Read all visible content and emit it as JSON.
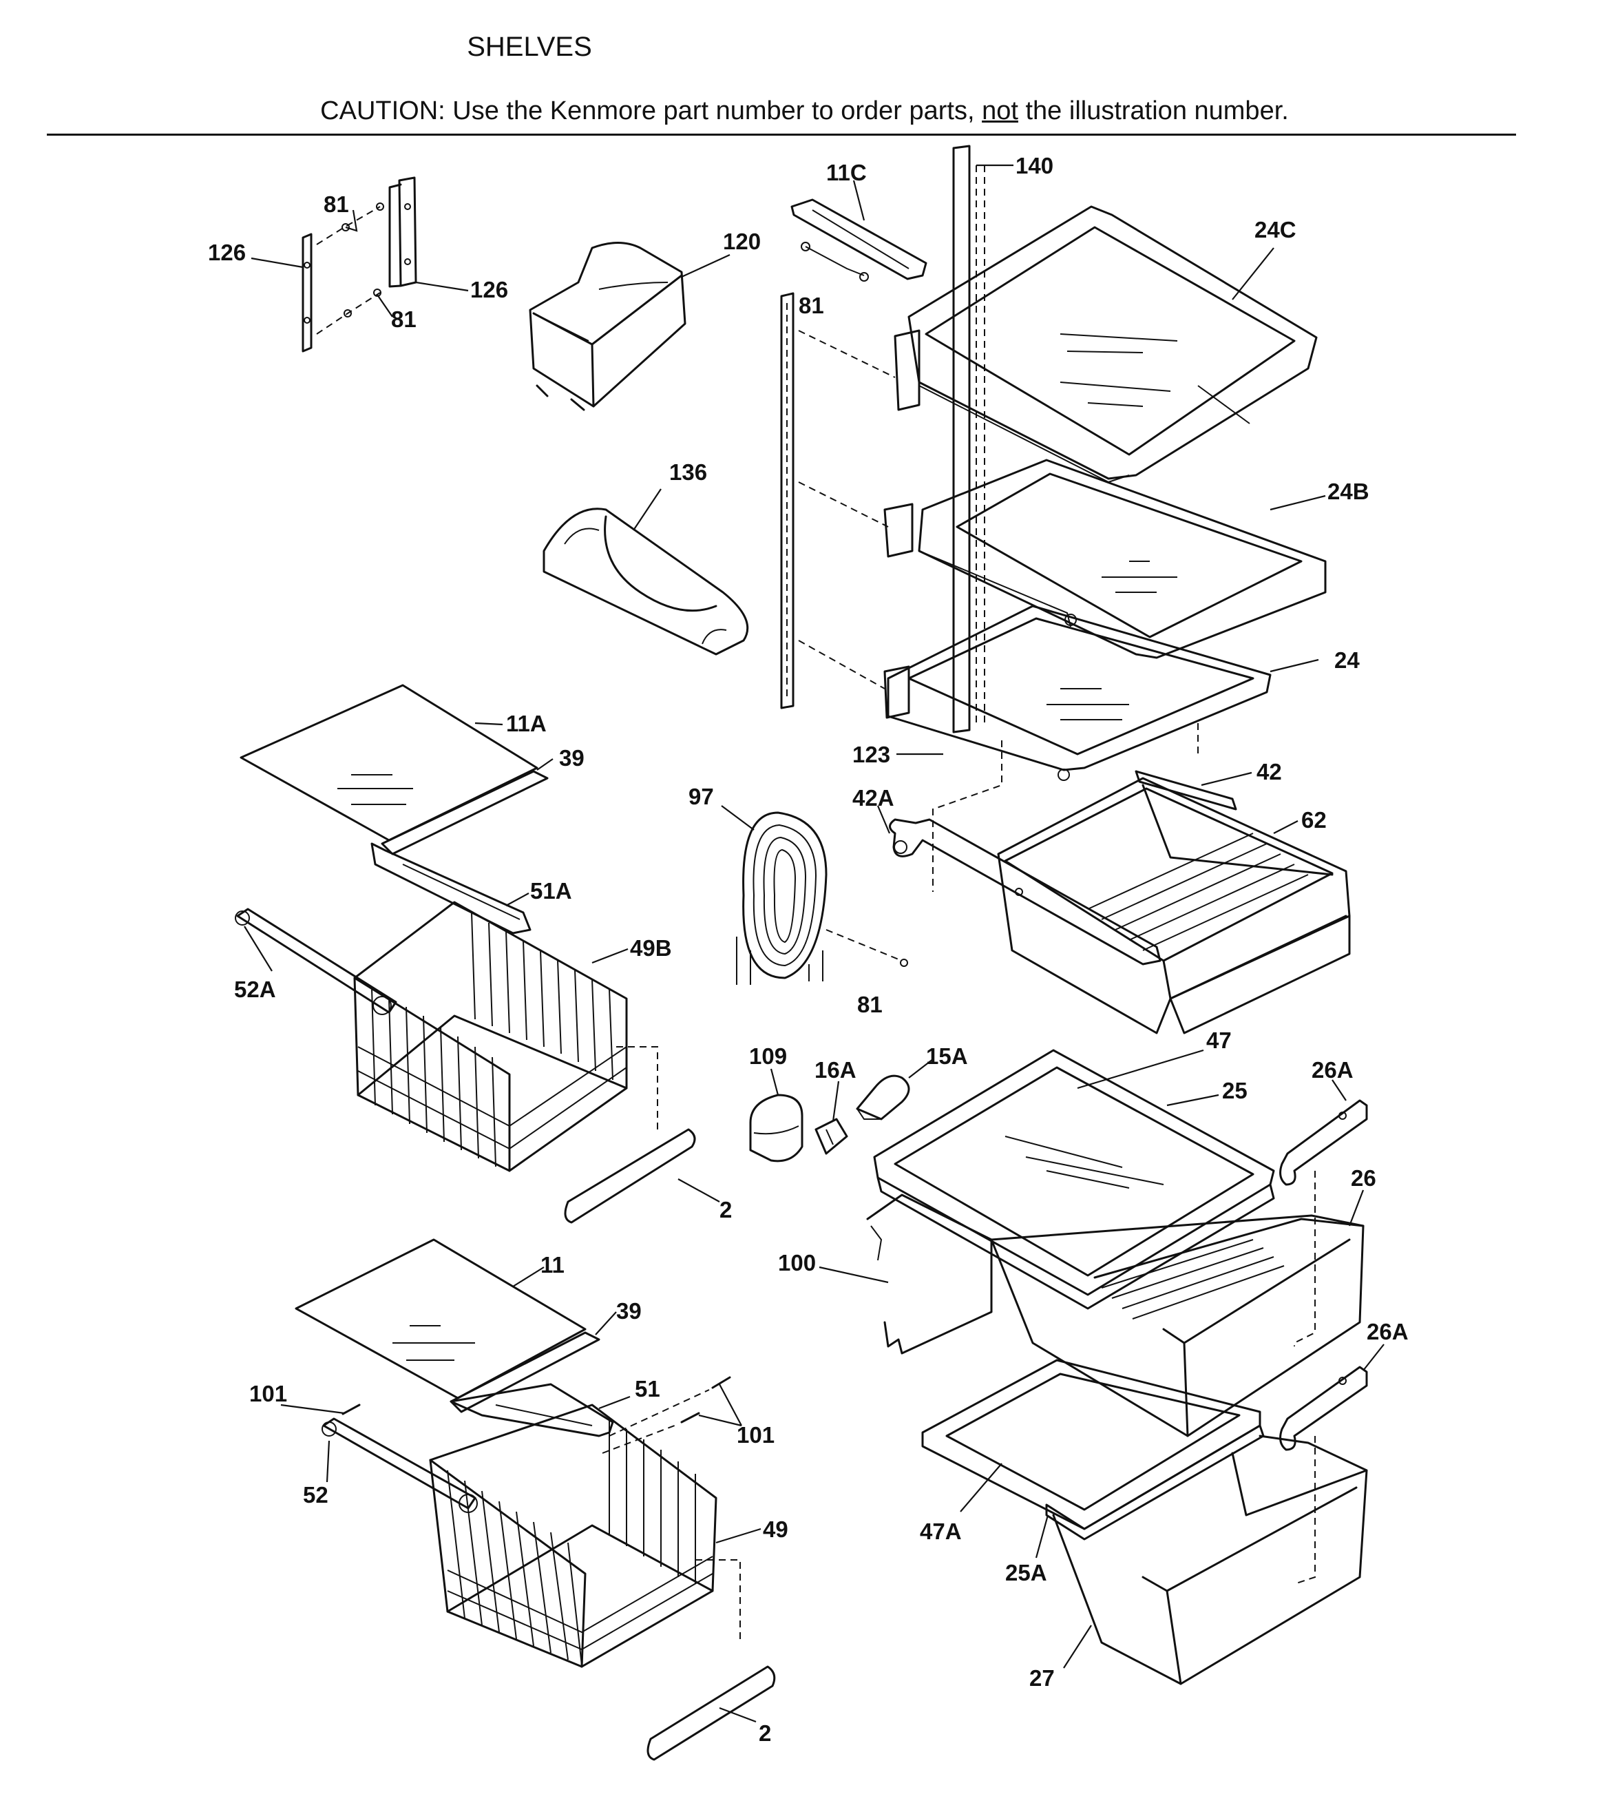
{
  "header": {
    "title": "SHELVES",
    "caution_prefix": "CAUTION: Use the Kenmore part number to order parts, ",
    "caution_emph": "not",
    "caution_suffix": " the illustration number."
  },
  "callouts": [
    {
      "id": "c140",
      "text": "140"
    },
    {
      "id": "c11C",
      "text": "11C"
    },
    {
      "id": "c24C",
      "text": "24C"
    },
    {
      "id": "c81a",
      "text": "81"
    },
    {
      "id": "c126a",
      "text": "126"
    },
    {
      "id": "c126b",
      "text": "126"
    },
    {
      "id": "c81b",
      "text": "81"
    },
    {
      "id": "c120",
      "text": "120"
    },
    {
      "id": "c81c",
      "text": "81"
    },
    {
      "id": "c136",
      "text": "136"
    },
    {
      "id": "c24B",
      "text": "24B"
    },
    {
      "id": "c24",
      "text": "24"
    },
    {
      "id": "c11A",
      "text": "11A"
    },
    {
      "id": "c39a",
      "text": "39"
    },
    {
      "id": "c97",
      "text": "97"
    },
    {
      "id": "c42A",
      "text": "42A"
    },
    {
      "id": "c123",
      "text": "123"
    },
    {
      "id": "c42",
      "text": "42"
    },
    {
      "id": "c62",
      "text": "62"
    },
    {
      "id": "c51A",
      "text": "51A"
    },
    {
      "id": "c49B",
      "text": "49B"
    },
    {
      "id": "c52A",
      "text": "52A"
    },
    {
      "id": "c81d",
      "text": "81"
    },
    {
      "id": "c109",
      "text": "109"
    },
    {
      "id": "c16A",
      "text": "16A"
    },
    {
      "id": "c15A",
      "text": "15A"
    },
    {
      "id": "c47",
      "text": "47"
    },
    {
      "id": "c25",
      "text": "25"
    },
    {
      "id": "c26Aa",
      "text": "26A"
    },
    {
      "id": "c26",
      "text": "26"
    },
    {
      "id": "c2a",
      "text": "2"
    },
    {
      "id": "c100",
      "text": "100"
    },
    {
      "id": "c11",
      "text": "11"
    },
    {
      "id": "c39b",
      "text": "39"
    },
    {
      "id": "c26Ab",
      "text": "26A"
    },
    {
      "id": "c101a",
      "text": "101"
    },
    {
      "id": "c51",
      "text": "51"
    },
    {
      "id": "c101b",
      "text": "101"
    },
    {
      "id": "c52",
      "text": "52"
    },
    {
      "id": "c49",
      "text": "49"
    },
    {
      "id": "c47A",
      "text": "47A"
    },
    {
      "id": "c25A",
      "text": "25A"
    },
    {
      "id": "c27",
      "text": "27"
    },
    {
      "id": "c2b",
      "text": "2"
    }
  ]
}
